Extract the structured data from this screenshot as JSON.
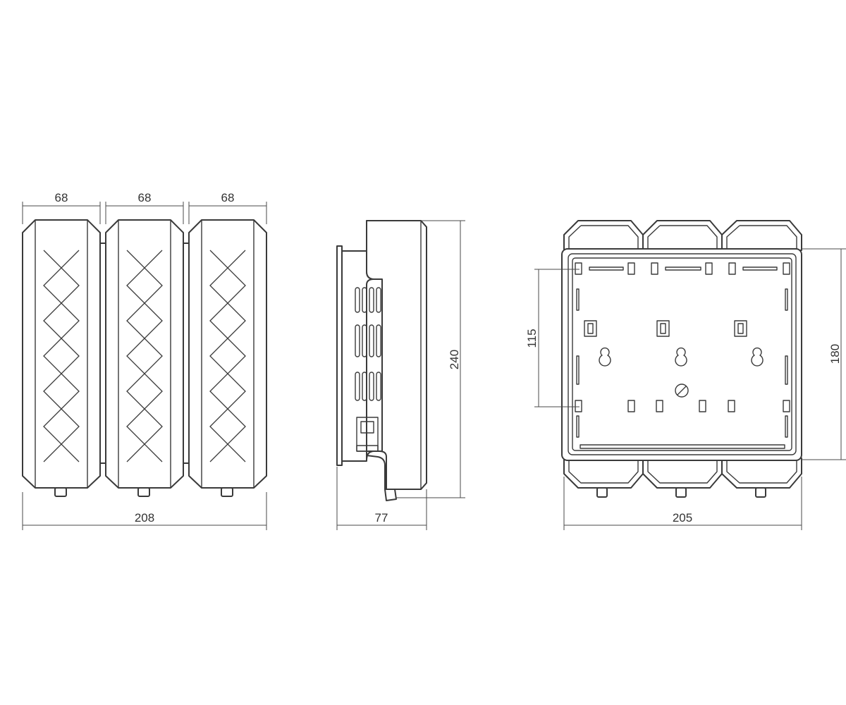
{
  "drawing": {
    "front_view": {
      "section_widths": [
        "68",
        "68",
        "68"
      ],
      "overall_width": "208"
    },
    "side_view": {
      "depth": "77",
      "height": "240"
    },
    "back_view": {
      "overall_width": "205",
      "mount_height": "180",
      "hole_spacing": "115"
    }
  },
  "colors": {
    "line": "#3a3a3a",
    "background": "#ffffff"
  }
}
